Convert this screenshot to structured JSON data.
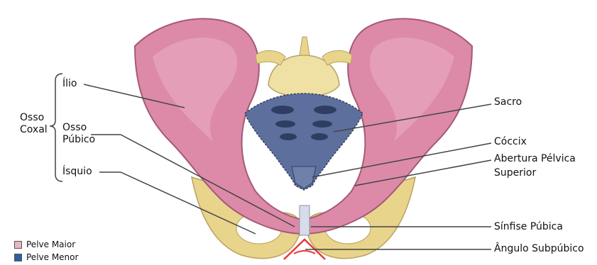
{
  "labels": {
    "group": [
      "Osso",
      "Coxal"
    ],
    "ilio": "Ílio",
    "osso_pubico": [
      "Osso",
      "Púbico"
    ],
    "isquio": "Ísquio",
    "sacro": "Sacro",
    "coccix": "Cóccix",
    "abertura": [
      "Abertura Pélvica",
      "Superior"
    ],
    "sinfise": "Sínfise Púbica",
    "angulo": "Ângulo Subpúbico"
  },
  "legend": [
    {
      "label": "Pelve Maior",
      "color": "#eab3c6"
    },
    {
      "label": "Pelve Menor",
      "color": "#2f5fa3"
    }
  ],
  "colors": {
    "ilium": "#dc8aa8",
    "bone": "#e8d48a",
    "sacrum": "#5d6f9c",
    "leader": "#444444",
    "angle": "#e83a3a"
  }
}
